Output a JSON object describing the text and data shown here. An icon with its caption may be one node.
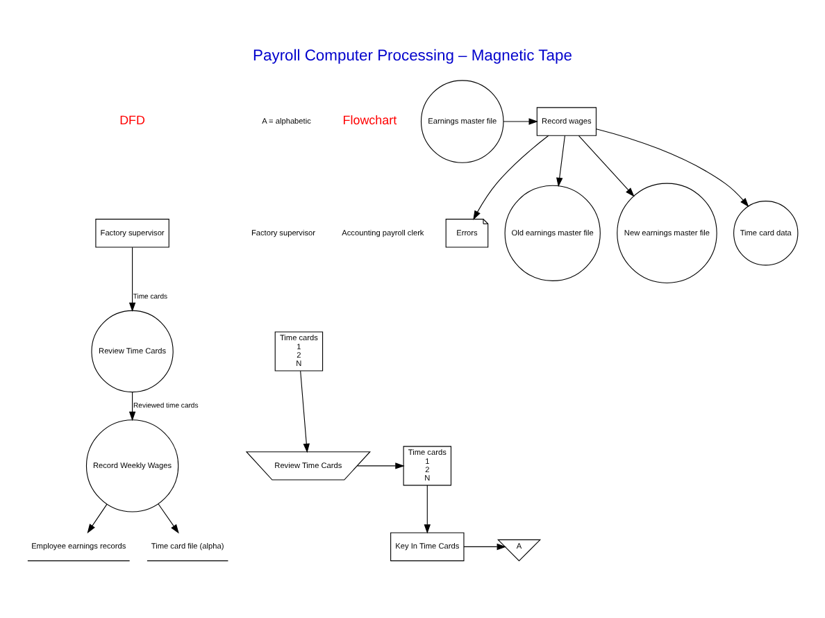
{
  "diagram": {
    "title": "Payroll Computer Processing – Magnetic Tape",
    "nodes": [
      {
        "text": [
          "Factory supervisor"
        ]
      },
      {
        "text": [
          "Review Time Cards"
        ]
      },
      {
        "text": [
          "Record Weekly Wages"
        ]
      },
      {
        "text": [
          "Employee earnings records"
        ]
      },
      {
        "text": [
          "Time card file (alpha)"
        ]
      },
      {
        "text": [
          "Time cards",
          "1",
          "2",
          "N"
        ]
      },
      {
        "text": [
          "Review Time Cards"
        ]
      },
      {
        "text": [
          "Time cards",
          "1",
          "2",
          "N"
        ]
      },
      {
        "text": [
          "Key In Time Cards"
        ]
      },
      {
        "text": [
          "A"
        ]
      },
      {
        "text": [
          "Record wages"
        ]
      },
      {
        "text": [
          "Earnings master file"
        ]
      },
      {
        "text": [
          "Errors"
        ]
      },
      {
        "text": [
          "Old earnings master file"
        ]
      },
      {
        "text": [
          "New earnings master file"
        ]
      },
      {
        "text": [
          "Time card data"
        ]
      }
    ],
    "edges": [
      {
        "from": 0,
        "to": 1,
        "arrow": "to",
        "label": "Time cards"
      },
      {
        "from": 1,
        "to": 2,
        "arrow": "to",
        "label": "Reviewed time cards"
      },
      {
        "from": 2,
        "to": 3,
        "arrow": "to"
      },
      {
        "from": 2,
        "to": 4,
        "arrow": "to"
      },
      {
        "from": 5,
        "to": 6,
        "arrow": "to"
      },
      {
        "from": 6,
        "to": 7,
        "arrow": "to"
      },
      {
        "from": 7,
        "to": 8,
        "arrow": "to"
      },
      {
        "from": 8,
        "to": 9,
        "arrow": "to"
      },
      {
        "from": 11,
        "to": 10,
        "arrow": "to"
      },
      {
        "from": 10,
        "to": 12,
        "arrow": "to"
      },
      {
        "from": 10,
        "to": 13,
        "arrow": "to"
      },
      {
        "from": 10,
        "to": 14,
        "arrow": "to"
      },
      {
        "from": 10,
        "to": 15,
        "arrow": "to"
      }
    ],
    "labels": [
      "DFD",
      "Flowchart",
      "Factory supervisor",
      "Accounting payroll clerk",
      "A = alphabetic"
    ]
  }
}
